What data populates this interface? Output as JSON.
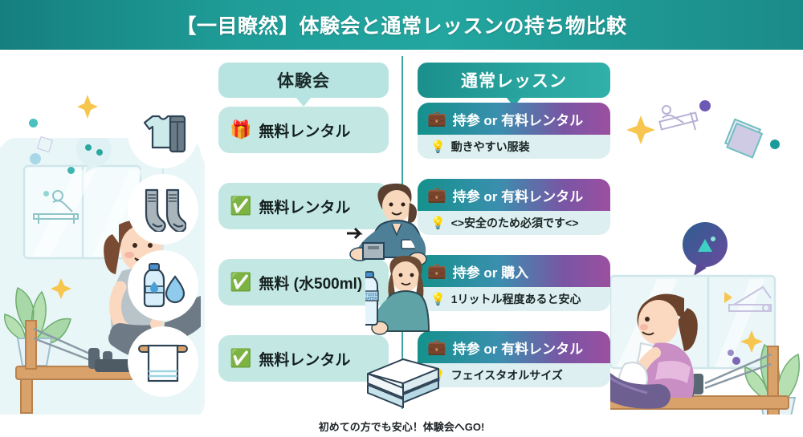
{
  "header": {
    "title": "【一目瞭然】体験会と通常レッスンの持ち物比較"
  },
  "columns": {
    "left_label": "体験会",
    "right_label": "通常レッスン"
  },
  "items": [
    {
      "icon_name": "clothing-icon",
      "left": {
        "emoji": "🎁",
        "emoji_name": "gift-icon",
        "text": "無料レンタル"
      },
      "right": {
        "emoji": "💼",
        "emoji_name": "briefcase-icon",
        "main": "持参 or 有料レンタル",
        "sub_emoji": "💡",
        "sub_emoji_name": "lightbulb-icon",
        "sub": "動きやすい服装"
      }
    },
    {
      "icon_name": "socks-icon",
      "left": {
        "emoji": "✅",
        "emoji_name": "check-icon",
        "text": "無料レンタル"
      },
      "right": {
        "emoji": "💼",
        "emoji_name": "briefcase-icon",
        "main": "持参 or 有料レンタル",
        "sub_emoji": "💡",
        "sub_emoji_name": "lightbulb-icon",
        "sub": "<>安全のため必須です<>"
      }
    },
    {
      "icon_name": "water-bottle-icon",
      "left": {
        "emoji": "✅",
        "emoji_name": "check-icon",
        "text": "無料 (水500ml)"
      },
      "right": {
        "emoji": "💼",
        "emoji_name": "briefcase-icon",
        "main": "持参 or 購入",
        "sub_emoji": "💡",
        "sub_emoji_name": "lightbulb-icon",
        "sub": "1リットル程度あると安心"
      }
    },
    {
      "icon_name": "towel-icon",
      "left": {
        "emoji": "✅",
        "emoji_name": "check-icon",
        "text": "無料レンタル"
      },
      "right": {
        "emoji": "💼",
        "emoji_name": "briefcase-icon",
        "main": "持参 or 有料レンタル",
        "sub_emoji": "💡",
        "sub_emoji_name": "lightbulb-icon",
        "sub": "フェイスタオルサイズ"
      }
    }
  ],
  "footer": {
    "text": "初めての方でも安心！体験会へGO!"
  },
  "colors": {
    "header_teal": "#1f9d98",
    "left_row_mint": "#c3e8e4",
    "left_head_mint": "#b7e4e1",
    "right_gradient_start": "#14918c",
    "right_gradient_end": "#9b4fa0",
    "right_sub_bg": "#ddeff0",
    "divider": "#3fa7a6",
    "check_green": "#2bb24c",
    "text_dark": "#15201f"
  }
}
